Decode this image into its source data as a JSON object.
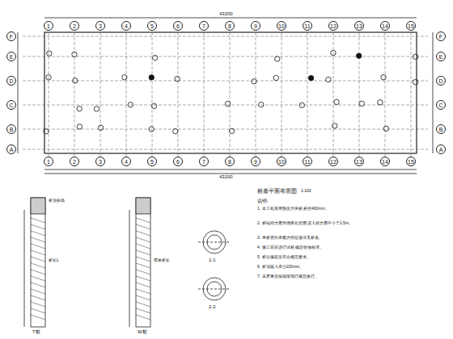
{
  "diagram": {
    "nodes": [
      {
        "text": [
          "1"
        ]
      },
      {
        "text": [
          "2"
        ]
      },
      {
        "text": [
          "3"
        ]
      },
      {
        "text": [
          "4"
        ]
      },
      {
        "text": [
          "5"
        ]
      },
      {
        "text": [
          "6"
        ]
      },
      {
        "text": [
          "7"
        ]
      },
      {
        "text": [
          "8"
        ]
      },
      {
        "text": [
          "9"
        ]
      },
      {
        "text": [
          "10"
        ]
      },
      {
        "text": [
          "11"
        ]
      },
      {
        "text": [
          "12"
        ]
      },
      {
        "text": [
          "13"
        ]
      },
      {
        "text": [
          "14"
        ]
      },
      {
        "text": [
          "15"
        ]
      },
      {
        "text": [
          "1"
        ]
      },
      {
        "text": [
          "2"
        ]
      },
      {
        "text": [
          "3"
        ]
      },
      {
        "text": [
          "4"
        ]
      },
      {
        "text": [
          "5"
        ]
      },
      {
        "text": [
          "6"
        ]
      },
      {
        "text": [
          "7"
        ]
      },
      {
        "text": [
          "8"
        ]
      },
      {
        "text": [
          "9"
        ]
      },
      {
        "text": [
          "10"
        ]
      },
      {
        "text": [
          "11"
        ]
      },
      {
        "text": [
          "12"
        ]
      },
      {
        "text": [
          "13"
        ]
      },
      {
        "text": [
          "14"
        ]
      },
      {
        "text": [
          "15"
        ]
      },
      {
        "text": [
          "F"
        ]
      },
      {
        "text": [
          "E"
        ]
      },
      {
        "text": [
          "D"
        ]
      },
      {
        "text": [
          "C"
        ]
      },
      {
        "text": [
          "B"
        ]
      },
      {
        "text": [
          "A"
        ]
      },
      {
        "text": [
          "F"
        ]
      },
      {
        "text": [
          "E"
        ]
      },
      {
        "text": [
          "D"
        ]
      },
      {
        "text": [
          "C"
        ]
      },
      {
        "text": [
          "B"
        ]
      },
      {
        "text": [
          "A"
        ]
      }
    ],
    "labels": [
      "43200",
      "43200",
      "桩基平面布置图",
      "1:100",
      "1-1",
      "2-2",
      "T桩",
      "W桩",
      "说明:",
      "1. 本工程采用预应力管桩,桩径400mm。",
      "2. 桩端持力层为强风化岩层,进入持力层不小于1.5m。",
      "3. 单桩竖向承载力特征值详见桩表。",
      "4. 施工前应进行试桩,确定收锤标准。",
      "5. 桩位偏差应符合规范要求。",
      "6. 桩顶嵌入承台100mm。",
      "7. 未尽事宜按国家现行规范执行。",
      "桩顶标高",
      "桩长L",
      "有效桩长"
    ]
  }
}
